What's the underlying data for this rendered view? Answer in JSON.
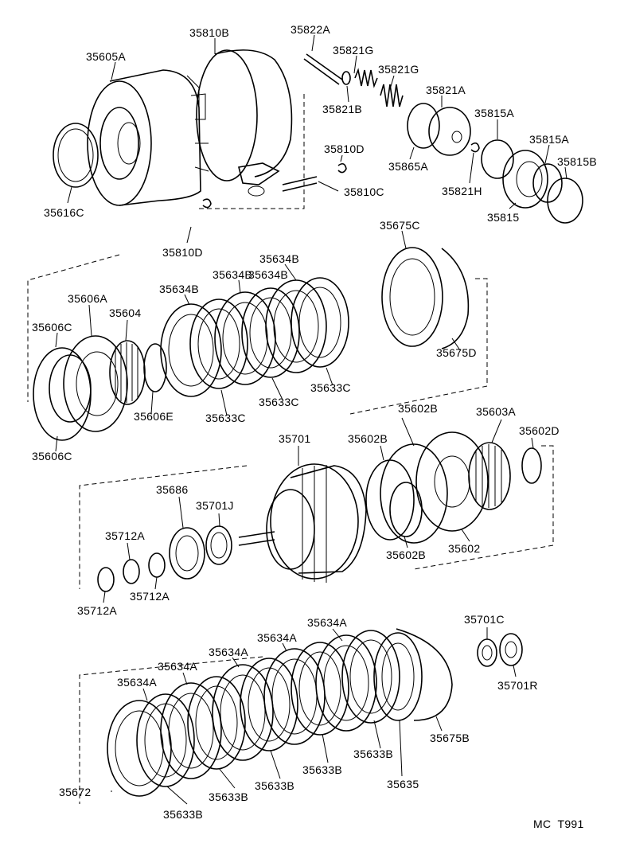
{
  "diagram": {
    "code": "MC  T991",
    "labels": [
      "35810B",
      "35822A",
      "35605A",
      "35821G",
      "35821G",
      "35821A",
      "35821B",
      "35815A",
      "35815A",
      "35810D",
      "35865A",
      "35815B",
      "35616C",
      "35821H",
      "35810C",
      "35815",
      "35810D",
      "35675C",
      "35634B",
      "35634B",
      "35634B",
      "35606A",
      "35634B",
      "35604",
      "35606C",
      "35675D",
      "35633C",
      "35633C",
      "35606E",
      "35633C",
      "35606C",
      "35602B",
      "35603A",
      "35701",
      "35602B",
      "35602D",
      "35686",
      "35701J",
      "35712A",
      "35602B",
      "35602",
      "35712A",
      "35712A",
      "35634A",
      "35701C",
      "35634A",
      "35634A",
      "35634A",
      "35634A",
      "35701R",
      "35675B",
      "35633B",
      "35633B",
      "35672",
      "35635",
      "35633B",
      "35633B",
      "35633B"
    ]
  }
}
